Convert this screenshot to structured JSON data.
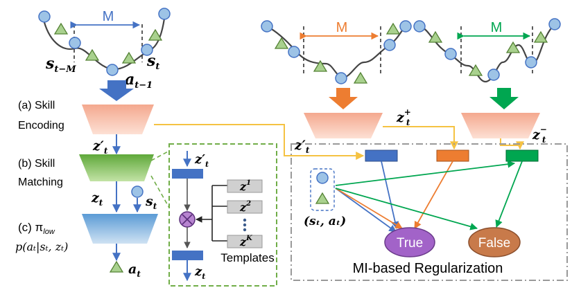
{
  "left_traj": {
    "m_label": "M",
    "s_prev": "s",
    "s_prev_sub": "t−M",
    "s_curr": "s",
    "s_curr_sub": "t",
    "a_prev": "a",
    "a_prev_sub": "t−1"
  },
  "pos_traj": {
    "m_label": "M"
  },
  "neg_traj": {
    "m_label": "M"
  },
  "stages": {
    "a_line1": "(a) Skill",
    "a_line2": "Encoding",
    "b_line1": "(b) Skill",
    "b_line2": "Matching",
    "c_line1": "(c) π",
    "c_sub": "low",
    "c_line2": "p(aₜ|sₜ, zₜ)"
  },
  "vars": {
    "z_prime": "z′",
    "z_prime_sub": "t",
    "z": "z",
    "z_sub": "t",
    "s": "s",
    "s_sub": "t",
    "a": "a",
    "a_sub": "t",
    "z_plus": "z",
    "z_plus_sup": "+",
    "z_plus_sub": "t",
    "z_minus": "z",
    "z_minus_sup": "−",
    "z_minus_sub": "t",
    "pair": "(sₜ, aₜ)"
  },
  "templates": {
    "items": [
      {
        "base": "z",
        "sup": "1"
      },
      {
        "base": "z",
        "sup": "2"
      },
      {
        "base": "z",
        "sup": "K"
      }
    ],
    "label": "Templates",
    "in_label": "z′",
    "in_sub": "t",
    "out_label": "z",
    "out_sub": "t"
  },
  "regularization": {
    "title": "MI-based Regularization",
    "true_label": "True",
    "false_label": "False"
  },
  "colors": {
    "blue": "#4472c4",
    "orange": "#ed7d31",
    "green": "#00a650",
    "salmon": "#f7b09a",
    "match_green": "#70ad47",
    "node_blue": "#9dc3e6",
    "node_green": "#a9d18e",
    "purple": "#a263c8",
    "brown": "#c87a4a",
    "yellow": "#f5c242",
    "gray_dash": "#999999"
  }
}
